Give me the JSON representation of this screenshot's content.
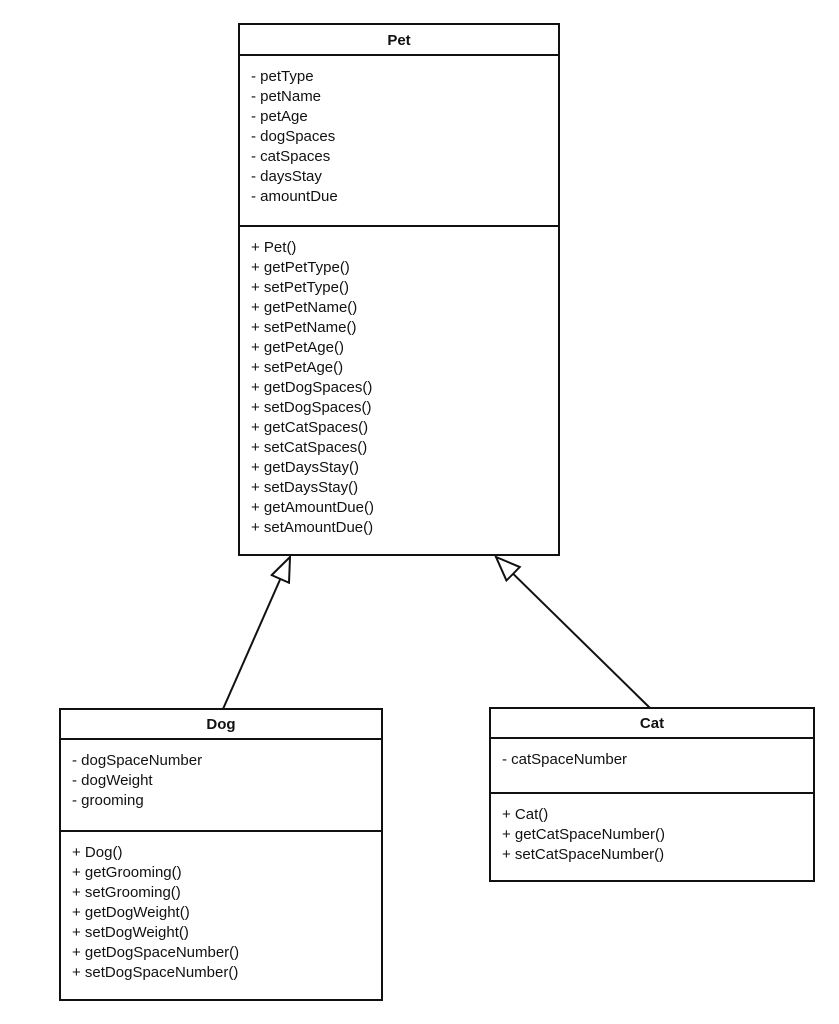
{
  "diagram": {
    "type": "uml-class-diagram",
    "colors": {
      "background": "#ffffff",
      "stroke": "#111111",
      "text": "#111111"
    },
    "classes": {
      "pet": {
        "name": "Pet",
        "attributes": [
          "- petType",
          "- petName",
          "- petAge",
          "- dogSpaces",
          "- catSpaces",
          "- daysStay",
          "- amountDue"
        ],
        "methods": [
          "+ Pet()",
          "+ getPetType()",
          "+ setPetType()",
          "+ getPetName()",
          "+ setPetName()",
          "+ getPetAge()",
          "+ setPetAge()",
          "+ getDogSpaces()",
          "+ setDogSpaces()",
          "+ getCatSpaces()",
          "+ setCatSpaces()",
          "+ getDaysStay()",
          "+ setDaysStay()",
          "+ getAmountDue()",
          "+ setAmountDue()"
        ]
      },
      "dog": {
        "name": "Dog",
        "attributes": [
          "- dogSpaceNumber",
          "- dogWeight",
          "- grooming"
        ],
        "methods": [
          "+ Dog()",
          "+ getGrooming()",
          "+ setGrooming()",
          "+ getDogWeight()",
          "+ setDogWeight()",
          "+ getDogSpaceNumber()",
          "+ setDogSpaceNumber()"
        ]
      },
      "cat": {
        "name": "Cat",
        "attributes": [
          "- catSpaceNumber"
        ],
        "methods": [
          "+ Cat()",
          "+ getCatSpaceNumber()",
          "+ setCatSpaceNumber()"
        ]
      }
    },
    "relationships": [
      {
        "from": "Dog",
        "to": "Pet",
        "type": "inheritance"
      },
      {
        "from": "Cat",
        "to": "Pet",
        "type": "inheritance"
      }
    ]
  }
}
